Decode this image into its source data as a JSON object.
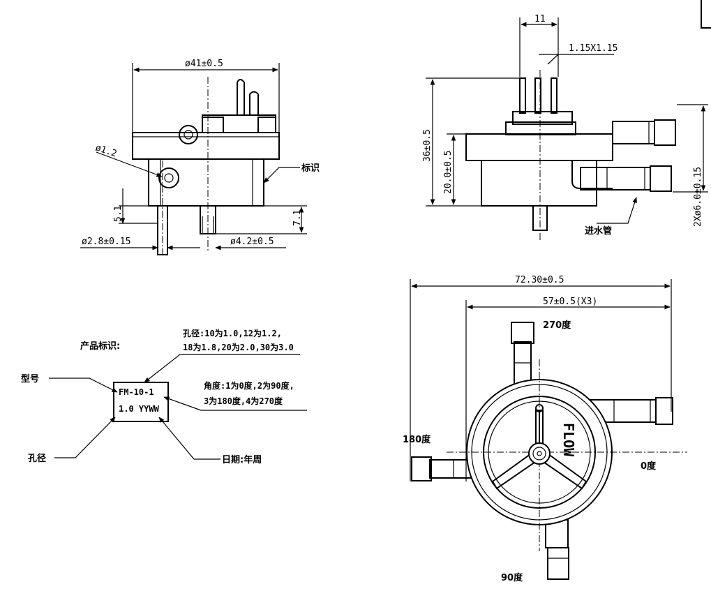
{
  "dims": {
    "dia41": "ø41±0.5",
    "dia1_2": "ø1.2",
    "d5_1": "5.1",
    "d7_1": "7.1",
    "dia2_8": "ø2.8±0.15",
    "dia4_2": "ø4.2±0.5",
    "d11": "11",
    "pin": "1.15X1.15",
    "h36": "36±0.5",
    "h20": "20.0±0.5",
    "dia6": "2Xø6.0±0.15",
    "w72": "72.30±0.5",
    "w57": "57±0.5(X3)"
  },
  "labels": {
    "marking": "标识",
    "inlet_pipe": "进水管",
    "product_marking": "产品标识:",
    "model": "型号",
    "hole_dia": "孔径",
    "date": "日期:年周",
    "hole_note_1": "孔径:10为1.0,12为1.2,",
    "hole_note_2": "18为1.8,20为2.0,30为3.0",
    "angle_note_1": "角度:1为0度,2为90度,",
    "angle_note_2": "3为180度,4为270度",
    "box_line_1": "FM-10-1",
    "box_line_2": "1.0 YYWW",
    "deg270": "270度",
    "deg180": "180度",
    "deg0": "0度",
    "deg90": "90度",
    "logo": "FLOW"
  }
}
